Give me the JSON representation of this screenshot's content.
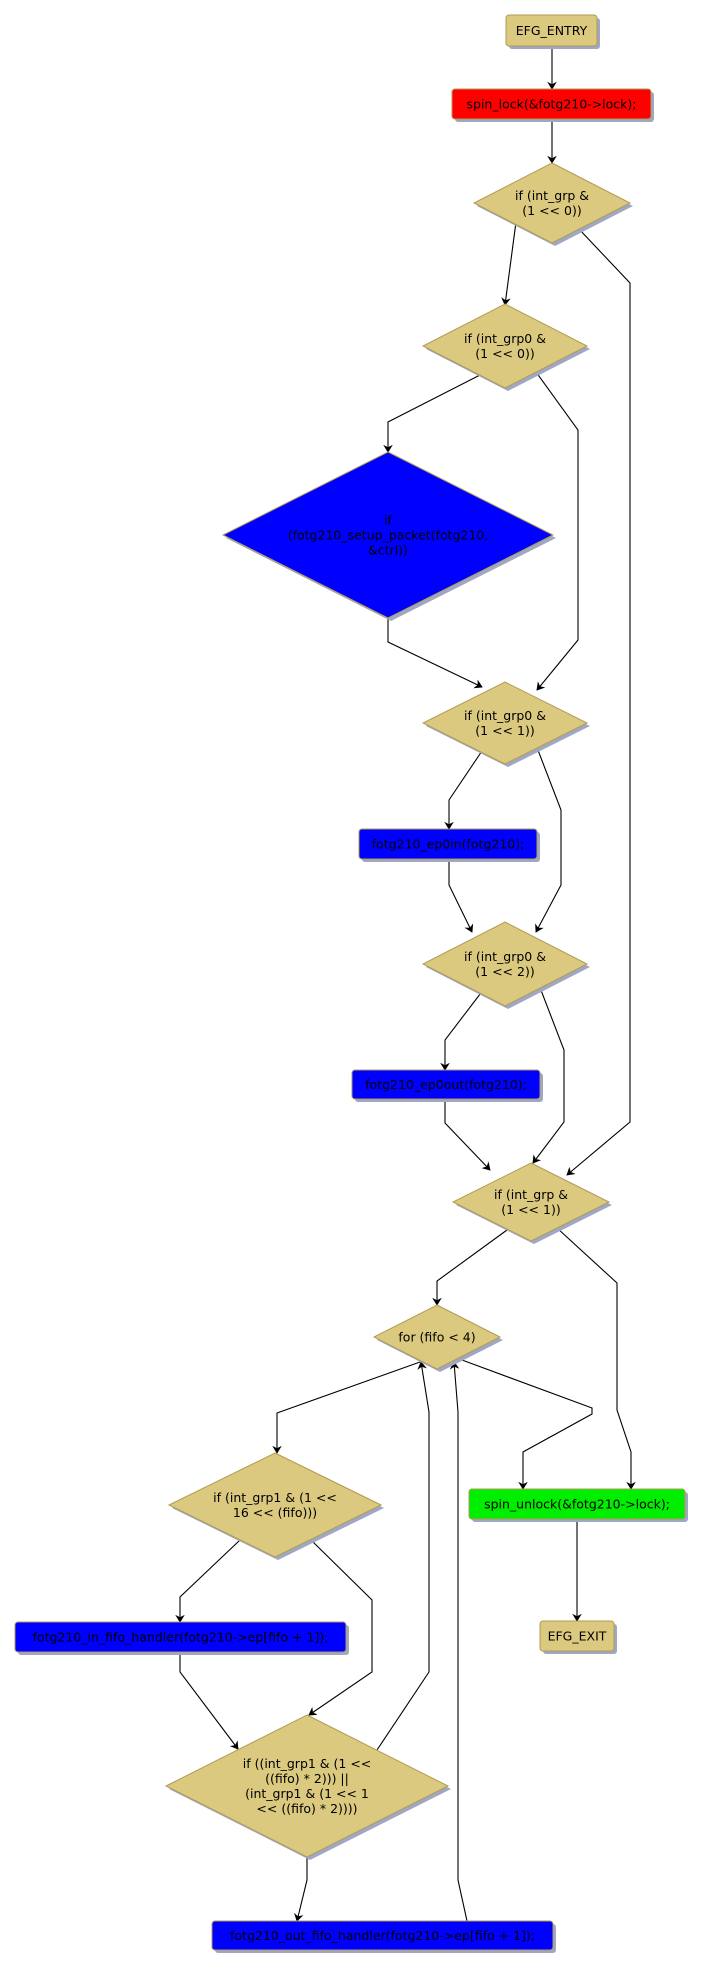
{
  "diagram": {
    "type": "control-flow-graph",
    "colors": {
      "neutral": "#dbc97f",
      "neutral_border": "#b39a55",
      "lock": "#ff0000",
      "unlock": "#00ee00",
      "call": "#0000ff",
      "shadow": "#9ea8c4",
      "edge": "#000000"
    },
    "nodes": {
      "entry": {
        "kind": "terminal",
        "color": "neutral",
        "lines": [
          "EFG_ENTRY"
        ]
      },
      "lock": {
        "kind": "statement",
        "color": "lock",
        "lines": [
          "spin_lock(&fotg210->lock);"
        ]
      },
      "cond_grp_bit0": {
        "kind": "decision",
        "color": "neutral",
        "lines": [
          "if (int_grp &",
          "(1 << 0))"
        ]
      },
      "cond_grp0_bit0": {
        "kind": "decision",
        "color": "neutral",
        "lines": [
          "if (int_grp0 &",
          "(1 << 0))"
        ]
      },
      "cond_setup_packet": {
        "kind": "decision",
        "color": "call",
        "lines": [
          "if",
          "(fotg210_setup_packet(fotg210,",
          "&ctrl))"
        ]
      },
      "cond_grp0_bit1": {
        "kind": "decision",
        "color": "neutral",
        "lines": [
          "if (int_grp0 &",
          "(1 << 1))"
        ]
      },
      "ep0in": {
        "kind": "statement",
        "color": "call",
        "lines": [
          "fotg210_ep0in(fotg210);"
        ]
      },
      "cond_grp0_bit2": {
        "kind": "decision",
        "color": "neutral",
        "lines": [
          "if (int_grp0 &",
          "(1 << 2))"
        ]
      },
      "ep0out": {
        "kind": "statement",
        "color": "call",
        "lines": [
          "fotg210_ep0out(fotg210);"
        ]
      },
      "cond_grp_bit1": {
        "kind": "decision",
        "color": "neutral",
        "lines": [
          "if (int_grp &",
          "(1 << 1))"
        ]
      },
      "loop_fifo": {
        "kind": "decision",
        "color": "neutral",
        "lines": [
          "for (fifo < 4)"
        ]
      },
      "cond_grp1_in": {
        "kind": "decision",
        "color": "neutral",
        "lines": [
          "if (int_grp1 & (1 <<",
          "16 << (fifo)))"
        ]
      },
      "in_fifo": {
        "kind": "statement",
        "color": "call",
        "lines": [
          "fotg210_in_fifo_handler(fotg210->ep[fifo + 1]);"
        ]
      },
      "cond_grp1_out": {
        "kind": "decision",
        "color": "neutral",
        "lines": [
          "if ((int_grp1 & (1 <<",
          "((fifo) * 2))) ||",
          "(int_grp1 & (1 << 1",
          "<< ((fifo) * 2))))"
        ]
      },
      "out_fifo": {
        "kind": "statement",
        "color": "call",
        "lines": [
          "fotg210_out_fifo_handler(fotg210->ep[fifo + 1]);"
        ]
      },
      "unlock": {
        "kind": "statement",
        "color": "unlock",
        "lines": [
          "spin_unlock(&fotg210->lock);"
        ]
      },
      "exit": {
        "kind": "terminal",
        "color": "neutral",
        "lines": [
          "EFG_EXIT"
        ]
      }
    },
    "edges": [
      {
        "from": "entry",
        "to": "lock"
      },
      {
        "from": "lock",
        "to": "cond_grp_bit0"
      },
      {
        "from": "cond_grp_bit0",
        "to": "cond_grp0_bit0"
      },
      {
        "from": "cond_grp_bit0",
        "to": "cond_grp_bit1"
      },
      {
        "from": "cond_grp0_bit0",
        "to": "cond_setup_packet"
      },
      {
        "from": "cond_grp0_bit0",
        "to": "cond_grp0_bit1"
      },
      {
        "from": "cond_setup_packet",
        "to": "cond_grp0_bit1"
      },
      {
        "from": "cond_grp0_bit1",
        "to": "ep0in"
      },
      {
        "from": "cond_grp0_bit1",
        "to": "cond_grp0_bit2"
      },
      {
        "from": "ep0in",
        "to": "cond_grp0_bit2"
      },
      {
        "from": "cond_grp0_bit2",
        "to": "ep0out"
      },
      {
        "from": "cond_grp0_bit2",
        "to": "cond_grp_bit1"
      },
      {
        "from": "ep0out",
        "to": "cond_grp_bit1"
      },
      {
        "from": "cond_grp_bit1",
        "to": "loop_fifo"
      },
      {
        "from": "cond_grp_bit1",
        "to": "unlock"
      },
      {
        "from": "loop_fifo",
        "to": "cond_grp1_in"
      },
      {
        "from": "loop_fifo",
        "to": "unlock"
      },
      {
        "from": "cond_grp1_in",
        "to": "in_fifo"
      },
      {
        "from": "cond_grp1_in",
        "to": "cond_grp1_out"
      },
      {
        "from": "in_fifo",
        "to": "cond_grp1_out"
      },
      {
        "from": "cond_grp1_out",
        "to": "loop_fifo"
      },
      {
        "from": "cond_grp1_out",
        "to": "out_fifo"
      },
      {
        "from": "out_fifo",
        "to": "loop_fifo"
      },
      {
        "from": "unlock",
        "to": "exit"
      }
    ]
  }
}
